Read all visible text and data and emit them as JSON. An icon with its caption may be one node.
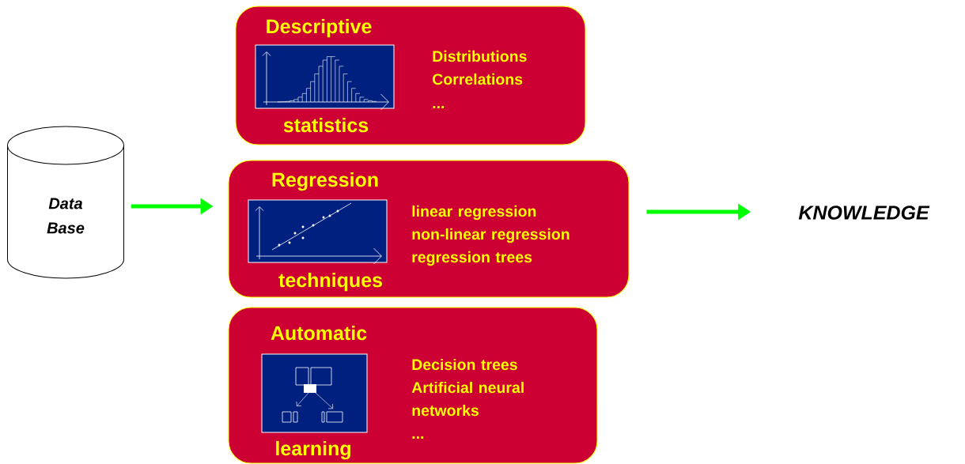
{
  "diagram": {
    "nodes": [
      {
        "text": [
          "Data Base"
        ]
      },
      {
        "text": [
          "Descriptive",
          "statistics",
          "Distributions",
          "Correlations",
          "..."
        ]
      },
      {
        "text": [
          "Regression",
          "techniques",
          "linear regression",
          "non-linear regression",
          "regression trees"
        ]
      },
      {
        "text": [
          "Automatic",
          "learning",
          "Decision trees",
          "Artificial neural networks",
          "..."
        ]
      },
      {
        "text": [
          "KNOWLEDGE"
        ]
      }
    ],
    "edges": [
      {
        "from": 0,
        "to": 2,
        "arrow": "to"
      },
      {
        "from": 2,
        "to": 4,
        "arrow": "to"
      }
    ]
  }
}
